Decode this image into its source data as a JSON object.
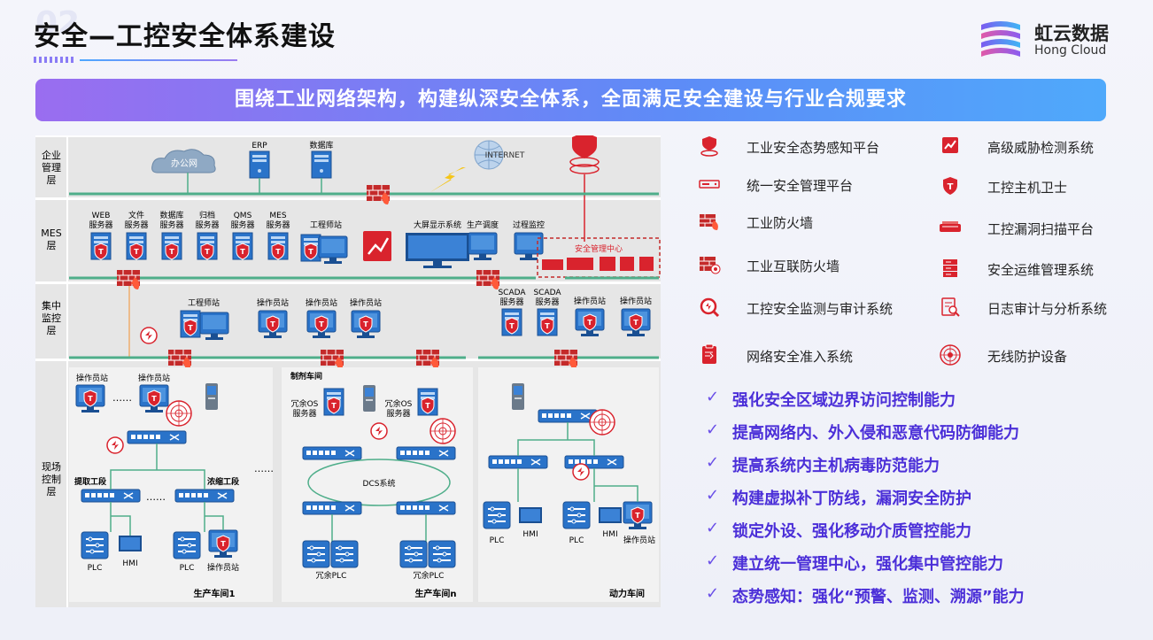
{
  "page": {
    "title": "安全—工控安全体系建设",
    "banner": "围绕工业网络架构，构建纵深安全体系，全面满足安全建设与行业合规要求"
  },
  "logo": {
    "name_cn": "虹云数据",
    "name_en": "Hong Cloud"
  },
  "colors": {
    "accent_red": "#d9232d",
    "network_green": "#4fae8a",
    "check_purple": "#4b2fd8",
    "banner_start": "#9a6df0",
    "banner_end": "#4fa9fb"
  },
  "diagram": {
    "layers": [
      "企业管理层",
      "MES层",
      "集中监控层",
      "现场控制层"
    ],
    "enterprise": {
      "office": "办公网",
      "erp": "ERP",
      "db": "数据库",
      "internet": "INTERNET"
    },
    "mes": {
      "servers": [
        "WEB服务器",
        "文件服务器",
        "数据库服务器",
        "归档服务器",
        "QMS服务器",
        "MES服务器"
      ],
      "eng_station": "工程师站",
      "big_screen": "大屏显示系统",
      "prod_dispatch": "生产调度",
      "process_monitor": "过程监控",
      "mgmt_center": "安全管理中心"
    },
    "monitor": {
      "eng_station": "工程师站",
      "op_stations": [
        "操作员站",
        "操作员站",
        "操作员站",
        "操作员站",
        "操作员站"
      ],
      "scada": [
        "SCADA服务器",
        "SCADA服务器"
      ]
    },
    "field": {
      "ws1": {
        "op1": "操作员站",
        "op2": "操作员站",
        "dots1": "……",
        "sec1": "提取工段",
        "sec2": "浓缩工段",
        "dots2": "……",
        "plc": "PLC",
        "hmi": "HMI",
        "plc2": "PLC",
        "op3": "操作员站",
        "name": "生产车间1"
      },
      "between_dots": "……",
      "ws2": {
        "title": "制剂车间",
        "os1": "冗余OS服务器",
        "os2": "冗余OS服务器",
        "dcs": "DCS系统",
        "plc1": "冗余PLC",
        "plc2": "冗余PLC",
        "name": "生产车间n"
      },
      "ws3": {
        "plc1": "PLC",
        "hmi1": "HMI",
        "plc2": "PLC",
        "hmi2": "HMI",
        "op": "操作员站",
        "name": "动力车间"
      }
    }
  },
  "legend": [
    {
      "label": "工业安全态势感知平台",
      "icon": "situation-icon"
    },
    {
      "label": "高级威胁检测系统",
      "icon": "threat-detect-icon"
    },
    {
      "label": "统一安全管理平台",
      "icon": "mgmt-platform-icon"
    },
    {
      "label": "工控主机卫士",
      "icon": "host-guard-icon"
    },
    {
      "label": "工业防火墙",
      "icon": "industrial-firewall-icon"
    },
    {
      "label": "工控漏洞扫描平台",
      "icon": "vuln-scan-icon"
    },
    {
      "label": "工业互联防火墙",
      "icon": "interconnect-firewall-icon"
    },
    {
      "label": "安全运维管理系统",
      "icon": "ops-mgmt-icon"
    },
    {
      "label": "工控安全监测与审计系统",
      "icon": "audit-icon"
    },
    {
      "label": "日志审计与分析系统",
      "icon": "log-audit-icon"
    },
    {
      "label": "网络安全准入系统",
      "icon": "access-icon"
    },
    {
      "label": "无线防护设备",
      "icon": "wireless-icon"
    }
  ],
  "checks": [
    "强化安全区域边界访问控制能力",
    "提高网络内、外入侵和恶意代码防御能力",
    "提高系统内主机病毒防范能力",
    "构建虚拟补丁防线，漏洞安全防护",
    "锁定外设、强化移动介质管控能力",
    "建立统一管理中心，强化集中管控能力",
    "态势感知：强化“预警、监测、溯源”能力"
  ],
  "check_mark": "✓"
}
